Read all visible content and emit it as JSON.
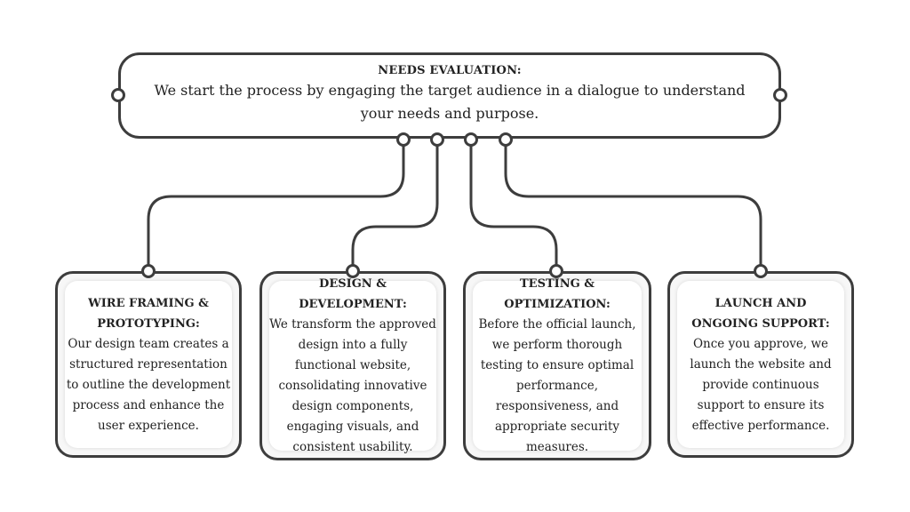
{
  "needs": {
    "title": "NEEDS EVALUATION:",
    "body": "We start the process by engaging the target audience in a dialogue to understand your needs and purpose."
  },
  "steps": [
    {
      "title": "WIRE FRAMING & PROTOTYPING:",
      "body": "Our design team creates a structured representation to outline the development process and enhance the user experience."
    },
    {
      "title": "DESIGN & DEVELOPMENT:",
      "body": "We transform the approved design into a fully functional website, consolidating innovative design components, engaging visuals, and consistent usability."
    },
    {
      "title": "TESTING & OPTIMIZATION:",
      "body": "Before the official launch, we perform thorough testing to ensure optimal performance, responsiveness, and appropriate security measures."
    },
    {
      "title": "LAUNCH AND ONGOING SUPPORT:",
      "body": "Once you approve, we launch the website and provide continuous support to ensure its effective performance."
    }
  ],
  "colors": {
    "stroke": "#3d3d3d",
    "text": "#222222"
  }
}
